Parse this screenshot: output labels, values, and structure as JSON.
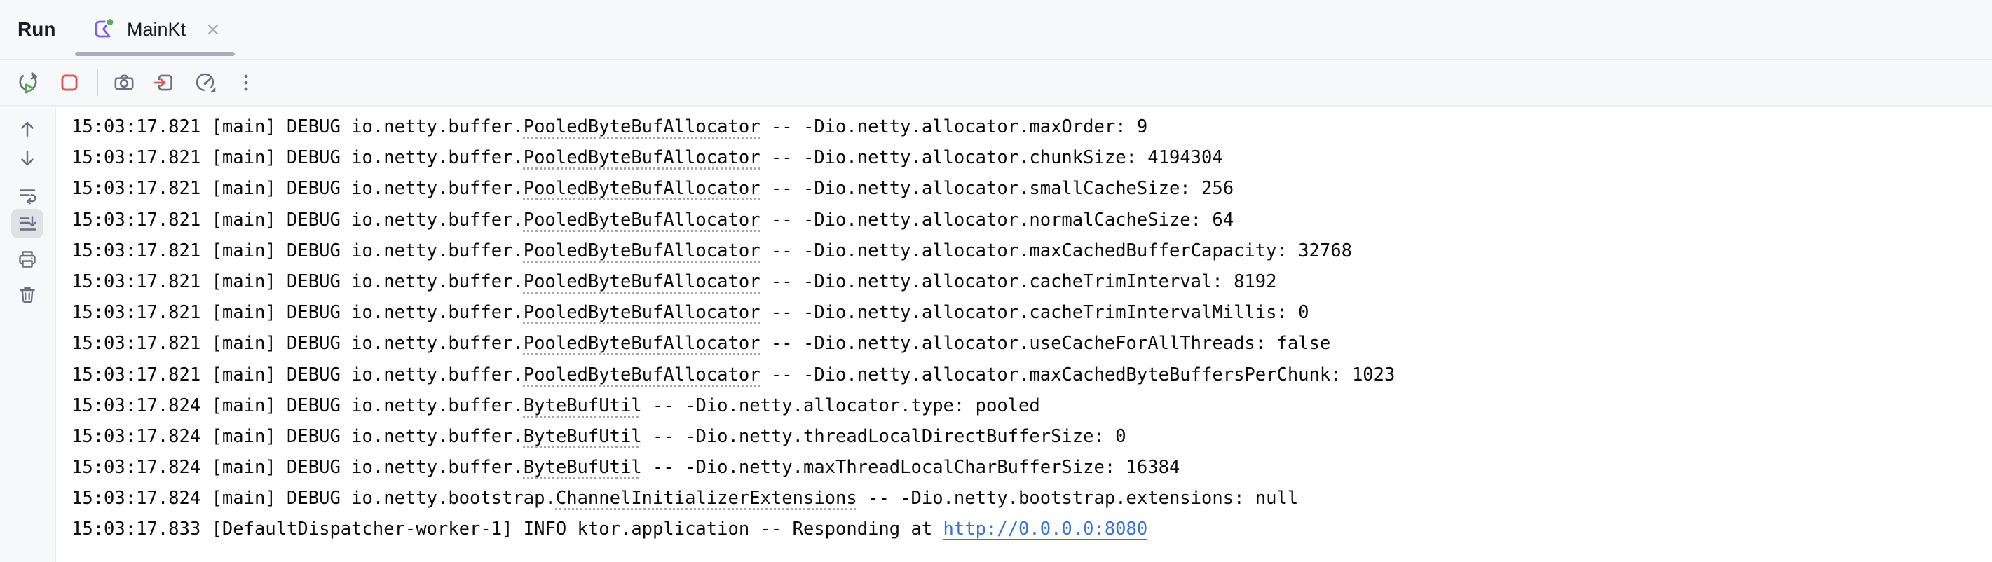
{
  "tool_window": {
    "title": "Run"
  },
  "tab": {
    "label": "MainKt",
    "state": "running",
    "icon": "kotlin-run-config-icon",
    "running_indicator": "green-dot"
  },
  "run_toolbar": {
    "icons": [
      "rerun-icon",
      "stop-icon",
      "thread-dump-camera-icon",
      "exit-icon",
      "profiler-gauge-icon",
      "more-kebab-icon"
    ]
  },
  "console_toolbar": {
    "icons": [
      "up-arrow-icon",
      "down-arrow-icon",
      "soft-wrap-icon",
      "scroll-to-end-icon",
      "print-icon",
      "clear-trash-icon"
    ],
    "active_icon": "scroll-to-end-icon"
  },
  "console": {
    "lines": [
      {
        "segments": [
          {
            "text": "15:03:17.821 [main] DEBUG io.netty.buffer.",
            "type": "plain"
          },
          {
            "text": "PooledByteBufAllocator",
            "type": "class-link"
          },
          {
            "text": " -- -Dio.netty.allocator.maxOrder: 9",
            "type": "plain"
          }
        ]
      },
      {
        "segments": [
          {
            "text": "15:03:17.821 [main] DEBUG io.netty.buffer.",
            "type": "plain"
          },
          {
            "text": "PooledByteBufAllocator",
            "type": "class-link"
          },
          {
            "text": " -- -Dio.netty.allocator.chunkSize: 4194304",
            "type": "plain"
          }
        ]
      },
      {
        "segments": [
          {
            "text": "15:03:17.821 [main] DEBUG io.netty.buffer.",
            "type": "plain"
          },
          {
            "text": "PooledByteBufAllocator",
            "type": "class-link"
          },
          {
            "text": " -- -Dio.netty.allocator.smallCacheSize: 256",
            "type": "plain"
          }
        ]
      },
      {
        "segments": [
          {
            "text": "15:03:17.821 [main] DEBUG io.netty.buffer.",
            "type": "plain"
          },
          {
            "text": "PooledByteBufAllocator",
            "type": "class-link"
          },
          {
            "text": " -- -Dio.netty.allocator.normalCacheSize: 64",
            "type": "plain"
          }
        ]
      },
      {
        "segments": [
          {
            "text": "15:03:17.821 [main] DEBUG io.netty.buffer.",
            "type": "plain"
          },
          {
            "text": "PooledByteBufAllocator",
            "type": "class-link"
          },
          {
            "text": " -- -Dio.netty.allocator.maxCachedBufferCapacity: 32768",
            "type": "plain"
          }
        ]
      },
      {
        "segments": [
          {
            "text": "15:03:17.821 [main] DEBUG io.netty.buffer.",
            "type": "plain"
          },
          {
            "text": "PooledByteBufAllocator",
            "type": "class-link"
          },
          {
            "text": " -- -Dio.netty.allocator.cacheTrimInterval: 8192",
            "type": "plain"
          }
        ]
      },
      {
        "segments": [
          {
            "text": "15:03:17.821 [main] DEBUG io.netty.buffer.",
            "type": "plain"
          },
          {
            "text": "PooledByteBufAllocator",
            "type": "class-link"
          },
          {
            "text": " -- -Dio.netty.allocator.cacheTrimIntervalMillis: 0",
            "type": "plain"
          }
        ]
      },
      {
        "segments": [
          {
            "text": "15:03:17.821 [main] DEBUG io.netty.buffer.",
            "type": "plain"
          },
          {
            "text": "PooledByteBufAllocator",
            "type": "class-link"
          },
          {
            "text": " -- -Dio.netty.allocator.useCacheForAllThreads: false",
            "type": "plain"
          }
        ]
      },
      {
        "segments": [
          {
            "text": "15:03:17.821 [main] DEBUG io.netty.buffer.",
            "type": "plain"
          },
          {
            "text": "PooledByteBufAllocator",
            "type": "class-link"
          },
          {
            "text": " -- -Dio.netty.allocator.maxCachedByteBuffersPerChunk: 1023",
            "type": "plain"
          }
        ]
      },
      {
        "segments": [
          {
            "text": "15:03:17.824 [main] DEBUG io.netty.buffer.",
            "type": "plain"
          },
          {
            "text": "ByteBufUtil",
            "type": "class-link"
          },
          {
            "text": " -- -Dio.netty.allocator.type: pooled",
            "type": "plain"
          }
        ]
      },
      {
        "segments": [
          {
            "text": "15:03:17.824 [main] DEBUG io.netty.buffer.",
            "type": "plain"
          },
          {
            "text": "ByteBufUtil",
            "type": "class-link"
          },
          {
            "text": " -- -Dio.netty.threadLocalDirectBufferSize: 0",
            "type": "plain"
          }
        ]
      },
      {
        "segments": [
          {
            "text": "15:03:17.824 [main] DEBUG io.netty.buffer.",
            "type": "plain"
          },
          {
            "text": "ByteBufUtil",
            "type": "class-link"
          },
          {
            "text": " -- -Dio.netty.maxThreadLocalCharBufferSize: 16384",
            "type": "plain"
          }
        ]
      },
      {
        "segments": [
          {
            "text": "15:03:17.824 [main] DEBUG io.netty.bootstrap.",
            "type": "plain"
          },
          {
            "text": "ChannelInitializerExtensions",
            "type": "class-link"
          },
          {
            "text": " -- -Dio.netty.bootstrap.extensions: null",
            "type": "plain"
          }
        ]
      },
      {
        "segments": [
          {
            "text": "15:03:17.833 [DefaultDispatcher-worker-1] INFO ktor.application -- Responding at ",
            "type": "plain"
          },
          {
            "text": "http://0.0.0.0:8080",
            "type": "url-link"
          }
        ]
      }
    ]
  },
  "colors": {
    "panel_bg": "#F7F8FA",
    "divider": "#EBECF0",
    "console_text": "#0B0B0C",
    "url_link_blue": "#3974D4",
    "class_link_underline": "#A5A8AF",
    "tab_indicator_gray": "#A9AEB8",
    "icon_gray": "#6C707E",
    "run_green": "#54A857",
    "running_dot_green": "#5BAA5F",
    "stop_red": "#DE5452",
    "kotlin_purple": "#7D5BF5",
    "active_button_bg": "#DFE1E5"
  }
}
